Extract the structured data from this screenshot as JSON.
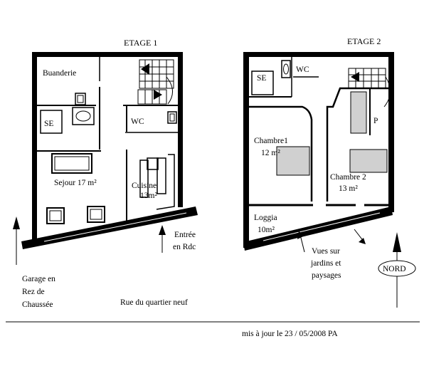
{
  "floor1": {
    "title": "ETAGE 1",
    "rooms": {
      "laundry": "Buanderie",
      "shower": "SE",
      "wc": "WC",
      "living": "Sejour 17 m²",
      "kitchen_name": "Cuisine",
      "kitchen_area": "13m²"
    }
  },
  "floor2": {
    "title": "ETAGE 2",
    "rooms": {
      "shower": "SE",
      "wc": "WC",
      "bedroom1_name": "Chambre1",
      "bedroom1_area": "12 m²",
      "bedroom2_name": "Chambre 2",
      "bedroom2_area": "13 m²",
      "cupboard": "P",
      "loggia_name": "Loggia",
      "loggia_area": "10m²"
    }
  },
  "annotations": {
    "entrance_line1": "Entrée",
    "entrance_line2": "en Rdc",
    "garage_line1": "Garage en",
    "garage_line2": "Rez de",
    "garage_line3": "Chaussée",
    "street": "Rue du quartier neuf",
    "views_line1": "Vues sur",
    "views_line2": "jardins et",
    "views_line3": "paysages",
    "north": "NORD",
    "updated": "mis à jour le 23 / 05/2008  PA"
  }
}
